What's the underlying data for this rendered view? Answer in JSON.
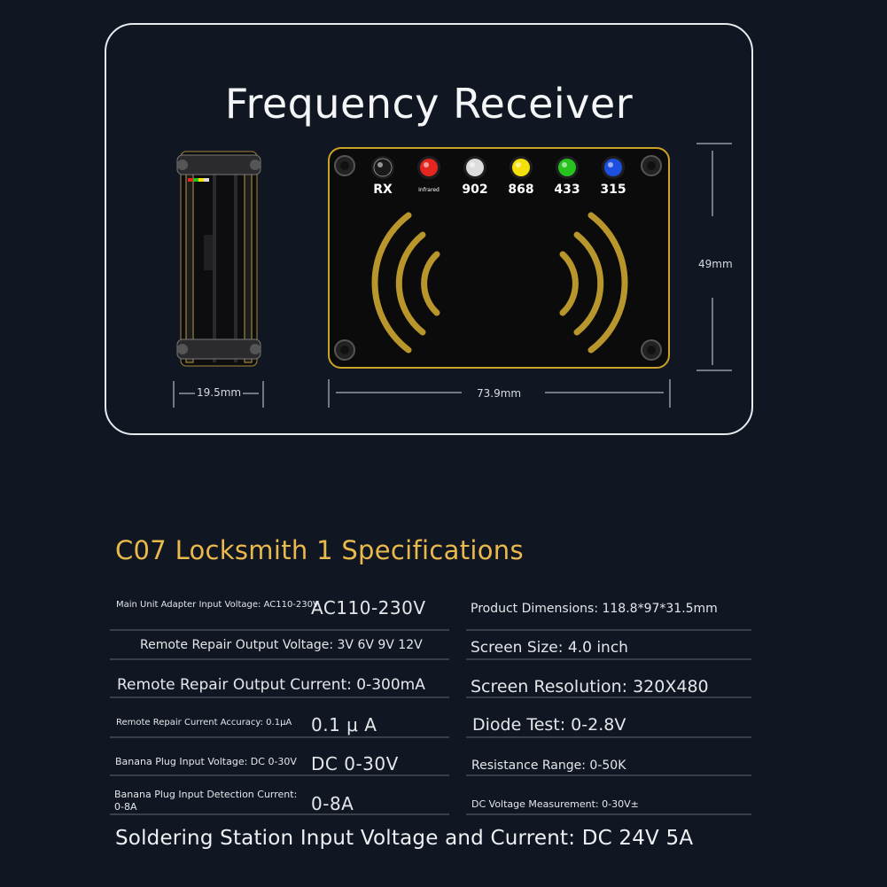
{
  "panel": {
    "title": "Frequency Receiver",
    "dimensions": {
      "width_side": "19.5mm",
      "width_front": "73.9mm",
      "height": "49mm"
    },
    "leds": [
      {
        "label": "RX",
        "color": "#1a1a1a"
      },
      {
        "label": "Infrared",
        "color": "#e3261f"
      },
      {
        "label": "902",
        "color": "#dcdcdc"
      },
      {
        "label": "868",
        "color": "#f5e10a"
      },
      {
        "label": "433",
        "color": "#27c21e"
      },
      {
        "label": "315",
        "color": "#1d4fe0"
      }
    ],
    "accent_color": "#c9a227"
  },
  "specs": {
    "title": "C07 Locksmith 1 Specifications",
    "left": [
      {
        "label": "Main Unit Adapter Input Voltage: AC110-230V",
        "value": "AC110-230V"
      },
      {
        "label": "Remote Repair Output Voltage: 3V 6V 9V 12V",
        "value": ""
      },
      {
        "label": "Remote Repair Output Current: 0-300mA",
        "value": ""
      },
      {
        "label": "Remote Repair Current Accuracy: 0.1μA",
        "value": "0.1 μ A"
      },
      {
        "label": "Banana Plug Input Voltage: DC 0-30V",
        "value": "DC 0-30V"
      },
      {
        "label": "Banana Plug Input Detection Current: 0-8A",
        "value": "0-8A"
      }
    ],
    "right": [
      {
        "label": "Product Dimensions: 118.8*97*31.5mm"
      },
      {
        "label": "Screen Size: 4.0 inch"
      },
      {
        "label": "Screen Resolution: 320X480"
      },
      {
        "label": "Diode Test: 0-2.8V"
      },
      {
        "label": "Resistance Range: 0-50K"
      },
      {
        "label": "DC Voltage Measurement: 0-30V±"
      }
    ],
    "footer": "Soldering Station Input Voltage and Current: DC 24V 5A"
  },
  "colors": {
    "background": "#111722",
    "title_gold": "#e9b94c"
  }
}
